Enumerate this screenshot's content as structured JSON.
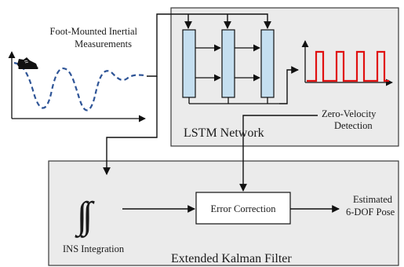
{
  "input": {
    "label_line1": "Foot-Mounted Inertial",
    "label_line2": "Measurements",
    "icon": "sneaker-icon"
  },
  "lstm": {
    "label": "LSTM Network",
    "cell_color": "#c5dff0"
  },
  "zero_velocity": {
    "label_line1": "Zero-Velocity",
    "label_line2": "Detection",
    "signal_color": "#e01010"
  },
  "ins": {
    "symbol": "∫∫",
    "label": "INS Integration"
  },
  "error_correction": {
    "label": "Error Correction"
  },
  "ekf": {
    "label": "Extended Kalman Filter"
  },
  "output": {
    "label_line1": "Estimated",
    "label_line2": "6-DOF Pose"
  },
  "colors": {
    "panel_fill": "#ebebeb",
    "panel_stroke": "#3a3a3a",
    "wave": "#2f5597",
    "line": "#111111"
  }
}
